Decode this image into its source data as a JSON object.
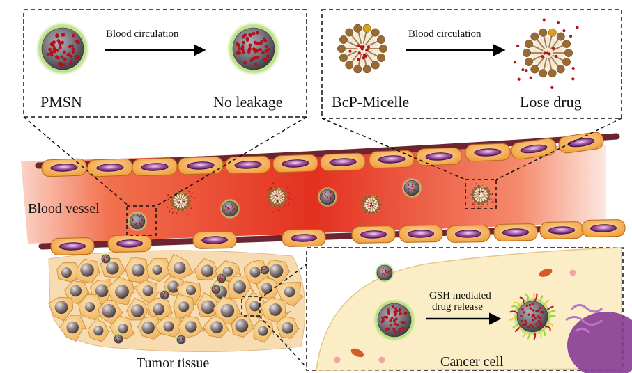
{
  "panels": {
    "pmsn": {
      "arrow_label": "Blood circulation",
      "left_label": "PMSN",
      "right_label": "No leakage"
    },
    "micelle": {
      "arrow_label": "Blood circulation",
      "left_label": "BcP-Micelle",
      "right_label": "Lose drug"
    },
    "cancer": {
      "arrow_label_line1": "GSH mediated",
      "arrow_label_line2": "drug release",
      "caption": "Cancer cell"
    }
  },
  "labels": {
    "blood_vessel": "Blood vessel",
    "tumor_tissue": "Tumor tissue"
  },
  "colors": {
    "blood": "#e8412c",
    "vessel_wall": "#7a2a33",
    "endothelial": "#f4a73c",
    "nucleus": "#8a3b8c",
    "particle_gray": "#6b6670",
    "drug_red": "#c0141c",
    "halo_green": "#b8df72",
    "tumor_bg": "#f7d9ae",
    "cell_bg": "#fbecc4"
  }
}
